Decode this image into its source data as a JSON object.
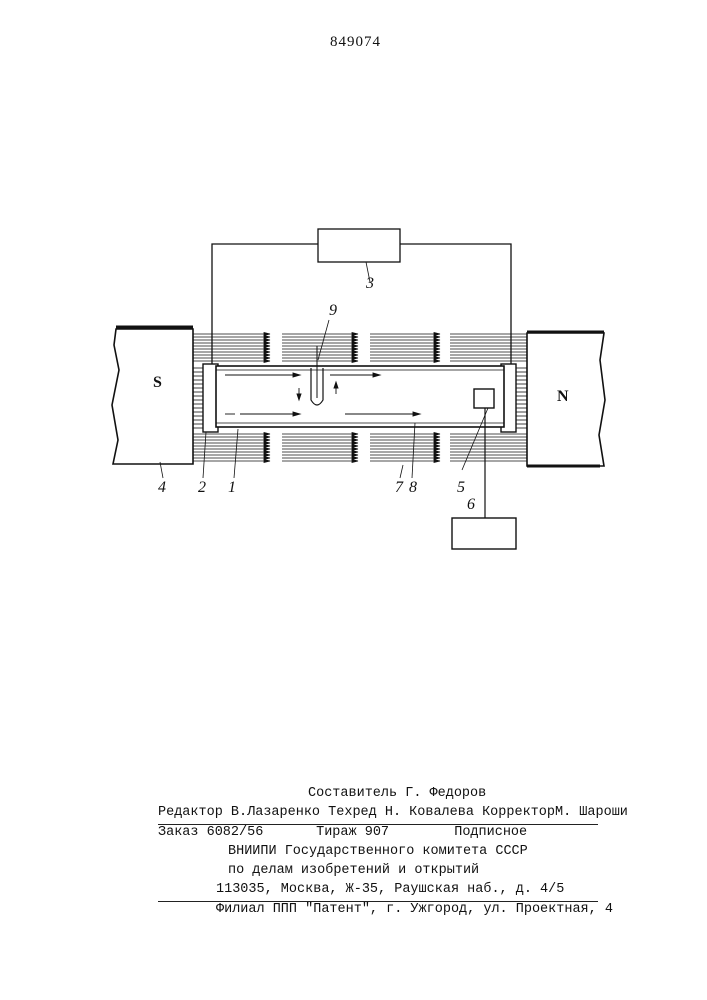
{
  "patent_number": "849074",
  "figure": {
    "labels": {
      "l1": "1",
      "l2": "2",
      "l3": "3",
      "l4": "4",
      "l5": "5",
      "l6": "6",
      "l7": "7",
      "l8": "8",
      "l9": "9"
    },
    "poles": {
      "south": "S",
      "north": "N"
    }
  },
  "footer": {
    "compiler": "Составитель Г. Федоров",
    "editor": "Редактор В.Лазаренко",
    "techred": "Техред  Н. Ковалева",
    "corrector": "КорректорМ. Шароши",
    "order": "Заказ 6082/56",
    "print_run": "Тираж 907",
    "subscription": "Подписное",
    "org_line1": "ВНИИПИ Государственного комитета СССР",
    "org_line2": "по делам изобретений и открытий",
    "address": "113035, Москва, Ж-35, Раушская наб., д. 4/5",
    "branch": "Филиал ППП \"Патент\", г. Ужгород, ул. Проектная, 4"
  }
}
